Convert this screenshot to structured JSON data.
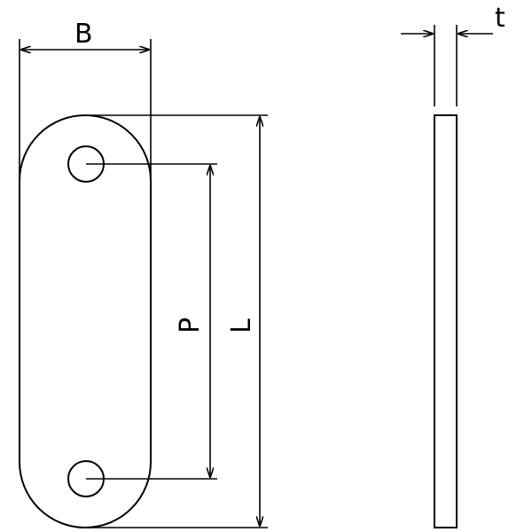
{
  "drawing": {
    "dimensions": {
      "width_label": "B",
      "pitch_label": "P",
      "length_label": "L",
      "thickness_label": "t"
    },
    "colors": {
      "line": "#000000",
      "background": "#ffffff"
    }
  }
}
